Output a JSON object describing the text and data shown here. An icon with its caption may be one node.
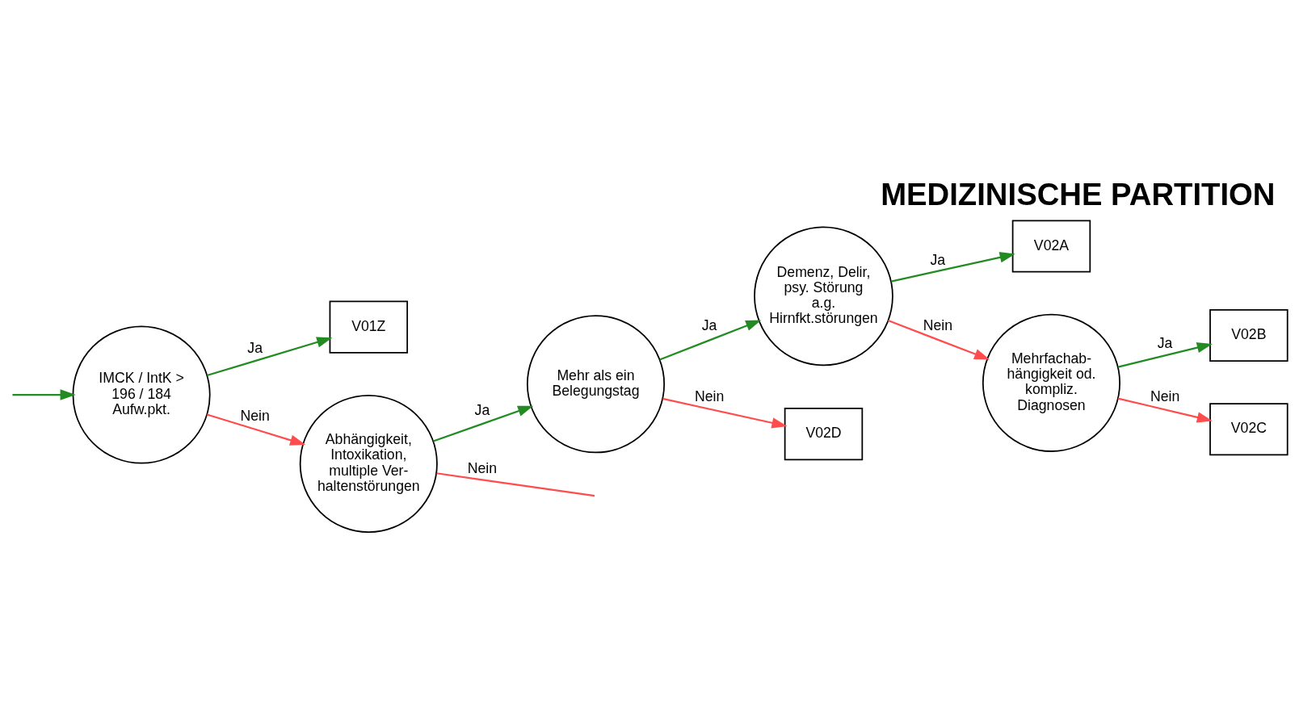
{
  "diagram": {
    "title": "MEDIZINISCHE PARTITION",
    "nodes": [
      {
        "text": [
          "IMCK / IntK > 196 / 184 Aufw.pkt."
        ]
      },
      {
        "text": [
          "V01Z"
        ]
      },
      {
        "text": [
          "Abhängigkeit, Intoxikation, multiple Ver- haltenstörungen"
        ]
      },
      {
        "text": [
          "Mehr als ein Belegungstag"
        ]
      },
      {
        "text": [
          "Demenz, Delir, psy. Störung a.g. Hirnfkt.störungen"
        ]
      },
      {
        "text": [
          "V02A"
        ]
      },
      {
        "text": [
          "Mehrfachab- hängigkeit od. kompliz. Diagnosen"
        ]
      },
      {
        "text": [
          "V02B"
        ]
      },
      {
        "text": [
          "V02C"
        ]
      },
      {
        "text": [
          "V02D"
        ]
      }
    ],
    "edges": [
      {
        "from": null,
        "to": 0,
        "arrow": "to",
        "color": "#228b22"
      },
      {
        "from": 0,
        "to": 1,
        "arrow": "to",
        "label": "Ja",
        "color": "#228b22"
      },
      {
        "from": 0,
        "to": 2,
        "arrow": "to",
        "label": "Nein",
        "color": "#ff4c4c"
      },
      {
        "from": 2,
        "to": 3,
        "arrow": "to",
        "label": "Ja",
        "color": "#228b22"
      },
      {
        "from": 2,
        "to": null,
        "arrow": "none",
        "label": "Nein",
        "color": "#ff4c4c"
      },
      {
        "from": 3,
        "to": 4,
        "arrow": "to",
        "label": "Ja",
        "color": "#228b22"
      },
      {
        "from": 3,
        "to": 9,
        "arrow": "to",
        "label": "Nein",
        "color": "#ff4c4c"
      },
      {
        "from": 4,
        "to": 5,
        "arrow": "to",
        "label": "Ja",
        "color": "#228b22"
      },
      {
        "from": 4,
        "to": 6,
        "arrow": "to",
        "label": "Nein",
        "color": "#ff4c4c"
      },
      {
        "from": 6,
        "to": 7,
        "arrow": "to",
        "label": "Ja",
        "color": "#228b22"
      },
      {
        "from": 6,
        "to": 8,
        "arrow": "to",
        "label": "Nein",
        "color": "#ff4c4c"
      }
    ]
  }
}
